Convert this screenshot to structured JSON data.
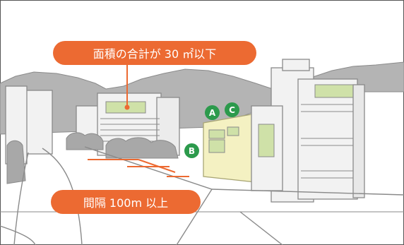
{
  "colors": {
    "accent": "#ec6a32",
    "marker": "#2c9a4c",
    "outline": "#8a8a8a",
    "mountain": "#b4b4b4",
    "building": "#f2f2f2",
    "window_green": "#cfe1a8",
    "highlight_building": "#f4f1c2"
  },
  "callouts": {
    "area_label": "面積の合計が 30 ㎡以下",
    "spacing_label": "間隔 100m 以上"
  },
  "markers": {
    "a": "A",
    "b": "B",
    "c": "C"
  }
}
